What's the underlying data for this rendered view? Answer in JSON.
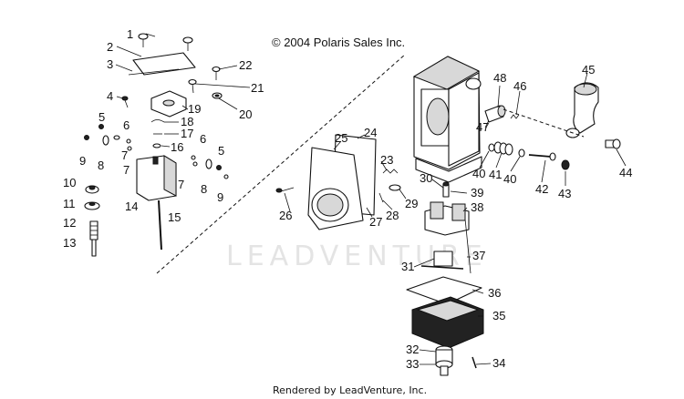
{
  "copyright": "© 2004 Polaris Sales Inc.",
  "watermark": "LEADVENTURE",
  "footer": "Rendered by LeadVenture, Inc.",
  "callouts": [
    {
      "id": "1",
      "label": "1"
    },
    {
      "id": "2",
      "label": "2"
    },
    {
      "id": "3",
      "label": "3"
    },
    {
      "id": "4",
      "label": "4"
    },
    {
      "id": "5a",
      "label": "5"
    },
    {
      "id": "5b",
      "label": "5"
    },
    {
      "id": "6a",
      "label": "6"
    },
    {
      "id": "6b",
      "label": "6"
    },
    {
      "id": "7a",
      "label": "7"
    },
    {
      "id": "7b",
      "label": "7"
    },
    {
      "id": "7c",
      "label": "7"
    },
    {
      "id": "8a",
      "label": "8"
    },
    {
      "id": "8b",
      "label": "8"
    },
    {
      "id": "9a",
      "label": "9"
    },
    {
      "id": "9b",
      "label": "9"
    },
    {
      "id": "10",
      "label": "10"
    },
    {
      "id": "11",
      "label": "11"
    },
    {
      "id": "12",
      "label": "12"
    },
    {
      "id": "13",
      "label": "13"
    },
    {
      "id": "14",
      "label": "14"
    },
    {
      "id": "15",
      "label": "15"
    },
    {
      "id": "16",
      "label": "16"
    },
    {
      "id": "17",
      "label": "17"
    },
    {
      "id": "18",
      "label": "18"
    },
    {
      "id": "19",
      "label": "19"
    },
    {
      "id": "20",
      "label": "20"
    },
    {
      "id": "21",
      "label": "21"
    },
    {
      "id": "22",
      "label": "22"
    },
    {
      "id": "23",
      "label": "23"
    },
    {
      "id": "24",
      "label": "24"
    },
    {
      "id": "25",
      "label": "25"
    },
    {
      "id": "26",
      "label": "26"
    },
    {
      "id": "27",
      "label": "27"
    },
    {
      "id": "28",
      "label": "28"
    },
    {
      "id": "29",
      "label": "29"
    },
    {
      "id": "30",
      "label": "30"
    },
    {
      "id": "31",
      "label": "31"
    },
    {
      "id": "32",
      "label": "32"
    },
    {
      "id": "33",
      "label": "33"
    },
    {
      "id": "34",
      "label": "34"
    },
    {
      "id": "35",
      "label": "35"
    },
    {
      "id": "36",
      "label": "36"
    },
    {
      "id": "37",
      "label": "37"
    },
    {
      "id": "38",
      "label": "38"
    },
    {
      "id": "39",
      "label": "39"
    },
    {
      "id": "40a",
      "label": "40"
    },
    {
      "id": "40b",
      "label": "40"
    },
    {
      "id": "41",
      "label": "41"
    },
    {
      "id": "42",
      "label": "42"
    },
    {
      "id": "43",
      "label": "43"
    },
    {
      "id": "44",
      "label": "44"
    },
    {
      "id": "45",
      "label": "45"
    },
    {
      "id": "46",
      "label": "46"
    },
    {
      "id": "47",
      "label": "47"
    },
    {
      "id": "48",
      "label": "48"
    }
  ]
}
